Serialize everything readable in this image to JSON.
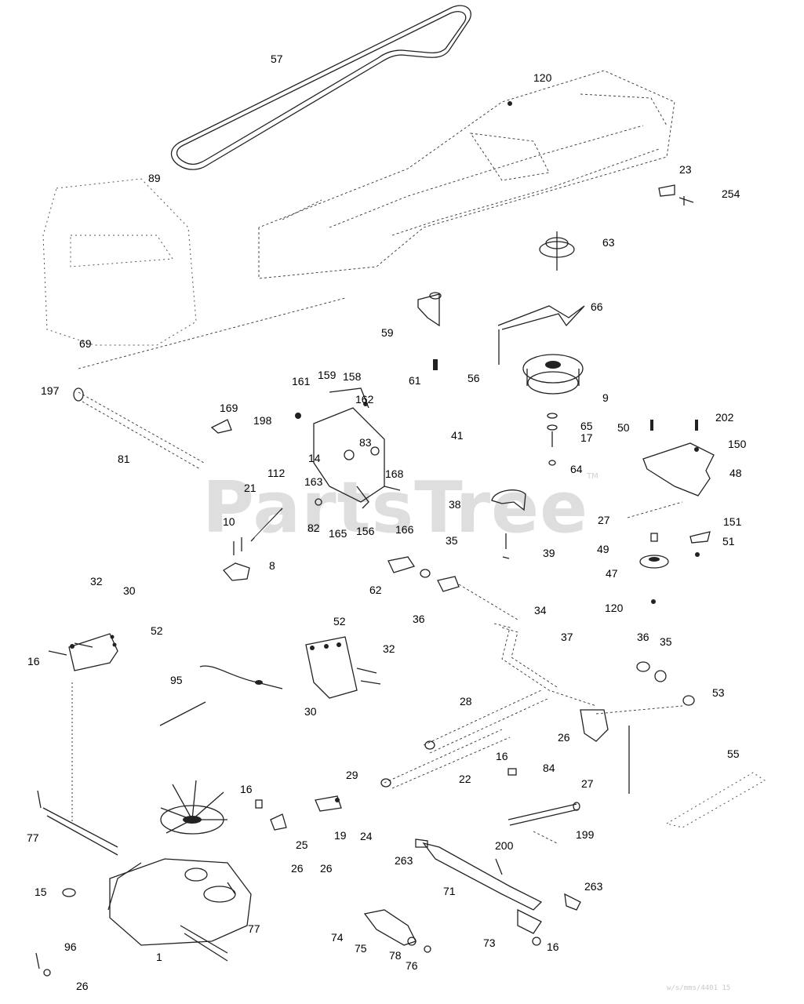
{
  "watermark": {
    "text": "PartsTree",
    "trademark": "TM"
  },
  "drawing_code": "w/s/mms/4401 15",
  "callouts": [
    {
      "id": "c57a",
      "text": "57"
    },
    {
      "id": "c120a",
      "text": "120"
    },
    {
      "id": "c89",
      "text": "89"
    },
    {
      "id": "c23",
      "text": "23"
    },
    {
      "id": "c254",
      "text": "254"
    },
    {
      "id": "c63",
      "text": "63"
    },
    {
      "id": "c66",
      "text": "66"
    },
    {
      "id": "c69",
      "text": "69"
    },
    {
      "id": "c59",
      "text": "59"
    },
    {
      "id": "c61",
      "text": "61"
    },
    {
      "id": "c56",
      "text": "56"
    },
    {
      "id": "c9",
      "text": "9"
    },
    {
      "id": "c197",
      "text": "197"
    },
    {
      "id": "c161",
      "text": "161"
    },
    {
      "id": "c159",
      "text": "159"
    },
    {
      "id": "c158",
      "text": "158"
    },
    {
      "id": "c198",
      "text": "198"
    },
    {
      "id": "c162",
      "text": "162"
    },
    {
      "id": "c169",
      "text": "169"
    },
    {
      "id": "c41",
      "text": "41"
    },
    {
      "id": "c65",
      "text": "65"
    },
    {
      "id": "c17",
      "text": "17"
    },
    {
      "id": "c50",
      "text": "50"
    },
    {
      "id": "c202",
      "text": "202"
    },
    {
      "id": "c83",
      "text": "83"
    },
    {
      "id": "c150",
      "text": "150"
    },
    {
      "id": "c81",
      "text": "81"
    },
    {
      "id": "c14",
      "text": "14"
    },
    {
      "id": "c64",
      "text": "64"
    },
    {
      "id": "c48",
      "text": "48"
    },
    {
      "id": "c112",
      "text": "112"
    },
    {
      "id": "c168",
      "text": "168"
    },
    {
      "id": "c163",
      "text": "163"
    },
    {
      "id": "c21",
      "text": "21"
    },
    {
      "id": "c38",
      "text": "38"
    },
    {
      "id": "c27a",
      "text": "27"
    },
    {
      "id": "c151",
      "text": "151"
    },
    {
      "id": "c10",
      "text": "10"
    },
    {
      "id": "c82",
      "text": "82"
    },
    {
      "id": "c165",
      "text": "165"
    },
    {
      "id": "c156",
      "text": "156"
    },
    {
      "id": "c166",
      "text": "166"
    },
    {
      "id": "c35a",
      "text": "35"
    },
    {
      "id": "c49",
      "text": "49"
    },
    {
      "id": "c51",
      "text": "51"
    },
    {
      "id": "c39",
      "text": "39"
    },
    {
      "id": "c8",
      "text": "8"
    },
    {
      "id": "c62",
      "text": "62"
    },
    {
      "id": "c47",
      "text": "47"
    },
    {
      "id": "c32a",
      "text": "32"
    },
    {
      "id": "c30a",
      "text": "30"
    },
    {
      "id": "c120b",
      "text": "120"
    },
    {
      "id": "c36a",
      "text": "36"
    },
    {
      "id": "c34",
      "text": "34"
    },
    {
      "id": "c52a",
      "text": "52"
    },
    {
      "id": "c16a",
      "text": "16"
    },
    {
      "id": "c52b",
      "text": "52"
    },
    {
      "id": "c37",
      "text": "37"
    },
    {
      "id": "c36b",
      "text": "36"
    },
    {
      "id": "c35b",
      "text": "35"
    },
    {
      "id": "c32b",
      "text": "32"
    },
    {
      "id": "c95",
      "text": "95"
    },
    {
      "id": "c53",
      "text": "53"
    },
    {
      "id": "c30b",
      "text": "30"
    },
    {
      "id": "c28",
      "text": "28"
    },
    {
      "id": "c26a",
      "text": "26"
    },
    {
      "id": "c55",
      "text": "55"
    },
    {
      "id": "c16b",
      "text": "16"
    },
    {
      "id": "c84",
      "text": "84"
    },
    {
      "id": "c29",
      "text": "29"
    },
    {
      "id": "c22",
      "text": "22"
    },
    {
      "id": "c27b",
      "text": "27"
    },
    {
      "id": "c16c",
      "text": "16"
    },
    {
      "id": "c77a",
      "text": "77"
    },
    {
      "id": "c25",
      "text": "25"
    },
    {
      "id": "c19",
      "text": "19"
    },
    {
      "id": "c24",
      "text": "24"
    },
    {
      "id": "c199",
      "text": "199"
    },
    {
      "id": "c200",
      "text": "200"
    },
    {
      "id": "c263a",
      "text": "263"
    },
    {
      "id": "c26b",
      "text": "26"
    },
    {
      "id": "c26c",
      "text": "26"
    },
    {
      "id": "c15",
      "text": "15"
    },
    {
      "id": "c71",
      "text": "71"
    },
    {
      "id": "c263b",
      "text": "263"
    },
    {
      "id": "c77b",
      "text": "77"
    },
    {
      "id": "c74",
      "text": "74"
    },
    {
      "id": "c96",
      "text": "96"
    },
    {
      "id": "c75",
      "text": "75"
    },
    {
      "id": "c78",
      "text": "78"
    },
    {
      "id": "c73",
      "text": "73"
    },
    {
      "id": "c16d",
      "text": "16"
    },
    {
      "id": "c1",
      "text": "1"
    },
    {
      "id": "c76",
      "text": "76"
    },
    {
      "id": "c26d",
      "text": "26"
    }
  ]
}
